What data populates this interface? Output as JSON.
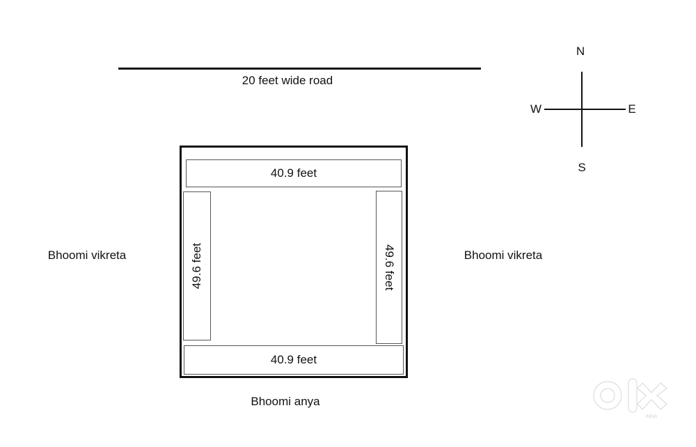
{
  "road": {
    "label": "20 feet wide road"
  },
  "compass": {
    "north": "N",
    "south": "S",
    "east": "E",
    "west": "W"
  },
  "plot": {
    "top": "40.9 feet",
    "bottom": "40.9 feet",
    "left": "49.6 feet",
    "right": "49.6 feet"
  },
  "neighbors": {
    "west": "Bhoomi vikreta",
    "east": "Bhoomi vikreta",
    "south": "Bhoomi anya"
  },
  "watermark": {
    "text": "OLX INDIA"
  }
}
